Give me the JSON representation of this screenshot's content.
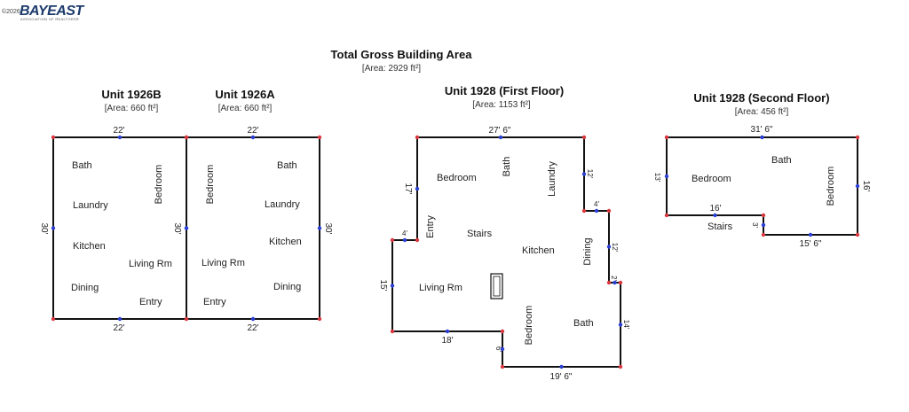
{
  "logo": {
    "copyright": "©2026",
    "brand": "BAYEAST",
    "tagline": "ASSOCIATION OF REALTORS®"
  },
  "header": {
    "title": "Total Gross Building Area",
    "area": "[Area: 2929 ft²]"
  },
  "units": {
    "u1926b": {
      "title": "Unit 1926B",
      "area": "[Area: 660 ft²]",
      "dims": {
        "top": "22'",
        "bottom": "22'",
        "left": "30'"
      },
      "rooms": {
        "bath": "Bath",
        "bedroom": "Bedroom",
        "laundry": "Laundry",
        "kitchen": "Kitchen",
        "living": "Living Rm",
        "dining": "Dining",
        "entry": "Entry"
      }
    },
    "u1926a": {
      "title": "Unit 1926A",
      "area": "[Area: 660 ft²]",
      "dims": {
        "top": "22'",
        "bottom": "22'",
        "left": "30'",
        "right": "30'"
      },
      "rooms": {
        "bedroom": "Bedroom",
        "bath": "Bath",
        "laundry": "Laundry",
        "kitchen": "Kitchen",
        "living": "Living Rm",
        "dining": "Dining",
        "entry": "Entry"
      }
    },
    "u1928f": {
      "title": "Unit 1928 (First Floor)",
      "area": "[Area: 1153 ft²]",
      "dims": {
        "top": "27' 6\"",
        "right_upper": "12'",
        "step1": "4'",
        "right_mid": "12'",
        "step2": "2'",
        "right_lower": "14'",
        "bottom_right": "19' 6\"",
        "notch": "6'",
        "bottom_left": "18'",
        "left_lower": "15'",
        "left_step": "4'",
        "left_upper": "17'"
      },
      "rooms": {
        "bedroom1": "Bedroom",
        "bath1": "Bath",
        "laundry": "Laundry",
        "entry": "Entry",
        "stairs": "Stairs",
        "kitchen": "Kitchen",
        "dining": "Dining",
        "living": "Living Rm",
        "bedroom2": "Bedroom",
        "bath2": "Bath"
      }
    },
    "u1928s": {
      "title": "Unit 1928 (Second Floor)",
      "area": "[Area: 456 ft²]",
      "dims": {
        "top": "31' 6\"",
        "left": "13'",
        "right": "16'",
        "step": "16'",
        "small": "3'",
        "bottom": "15' 6\""
      },
      "rooms": {
        "bedroom1": "Bedroom",
        "bath": "Bath",
        "bedroom2": "Bedroom",
        "stairs": "Stairs"
      }
    }
  }
}
